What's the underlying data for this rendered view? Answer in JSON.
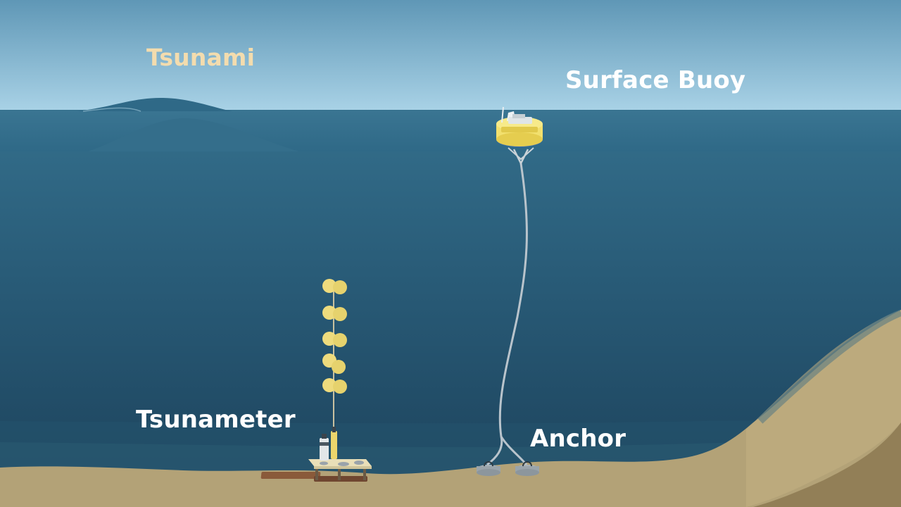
{
  "labels": {
    "tsunami": "Tsunami",
    "surface_buoy": "Surface Buoy",
    "tsunameter": "Tsunameter",
    "anchor": "Anchor"
  },
  "colors": {
    "sky_top": "#5f97b6",
    "sky_bottom": "#a9d2e6",
    "water_surface": "#2f6a87",
    "water_deep": "#1b3f57",
    "seabed": "#b3a277",
    "seabed_dark": "#8e7e58",
    "tsunami_label": "#f3dcae",
    "label": "#ffffff",
    "buoy_yellow": "#f2e06e",
    "float_yellow": "#eedb7d",
    "cable": "#b9c4cc"
  },
  "icons": [
    "tsunami-wave-icon",
    "surface-buoy-icon",
    "float-icon",
    "tsunameter-icon",
    "anchor-weight-icon"
  ]
}
